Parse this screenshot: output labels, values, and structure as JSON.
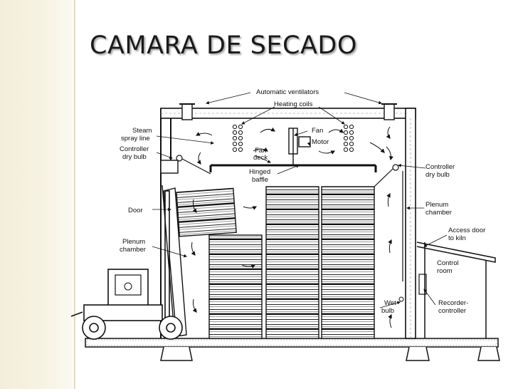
{
  "slide": {
    "title": "CAMARA DE SECADO"
  },
  "diagram": {
    "labels": {
      "automatic_ventilators": "Automatic ventilators",
      "heating_coils": "Heating coils",
      "steam_spray_line_1": "Steam",
      "steam_spray_line_2": "spray line",
      "fan": "Fan",
      "motor": "Motor",
      "fan_deck_1": "Fan",
      "fan_deck_2": "deck",
      "controller_dry_bulb_left_1": "Controller",
      "controller_dry_bulb_left_2": "dry bulb",
      "controller_dry_bulb_right_1": "Controller",
      "controller_dry_bulb_right_2": "dry bulb",
      "hinged_baffle_1": "Hinged",
      "hinged_baffle_2": "baffle",
      "door": "Door",
      "plenum_chamber_left_1": "Plenum",
      "plenum_chamber_left_2": "chamber",
      "plenum_chamber_right_1": "Plenum",
      "plenum_chamber_right_2": "chamber",
      "access_door_1": "Access door",
      "access_door_2": "to kiln",
      "control_room_1": "Control",
      "control_room_2": "room",
      "wet_bulb_1": "Wet",
      "wet_bulb_2": "bulb",
      "recorder_controller_1": "Recorder-",
      "recorder_controller_2": "controller"
    }
  }
}
